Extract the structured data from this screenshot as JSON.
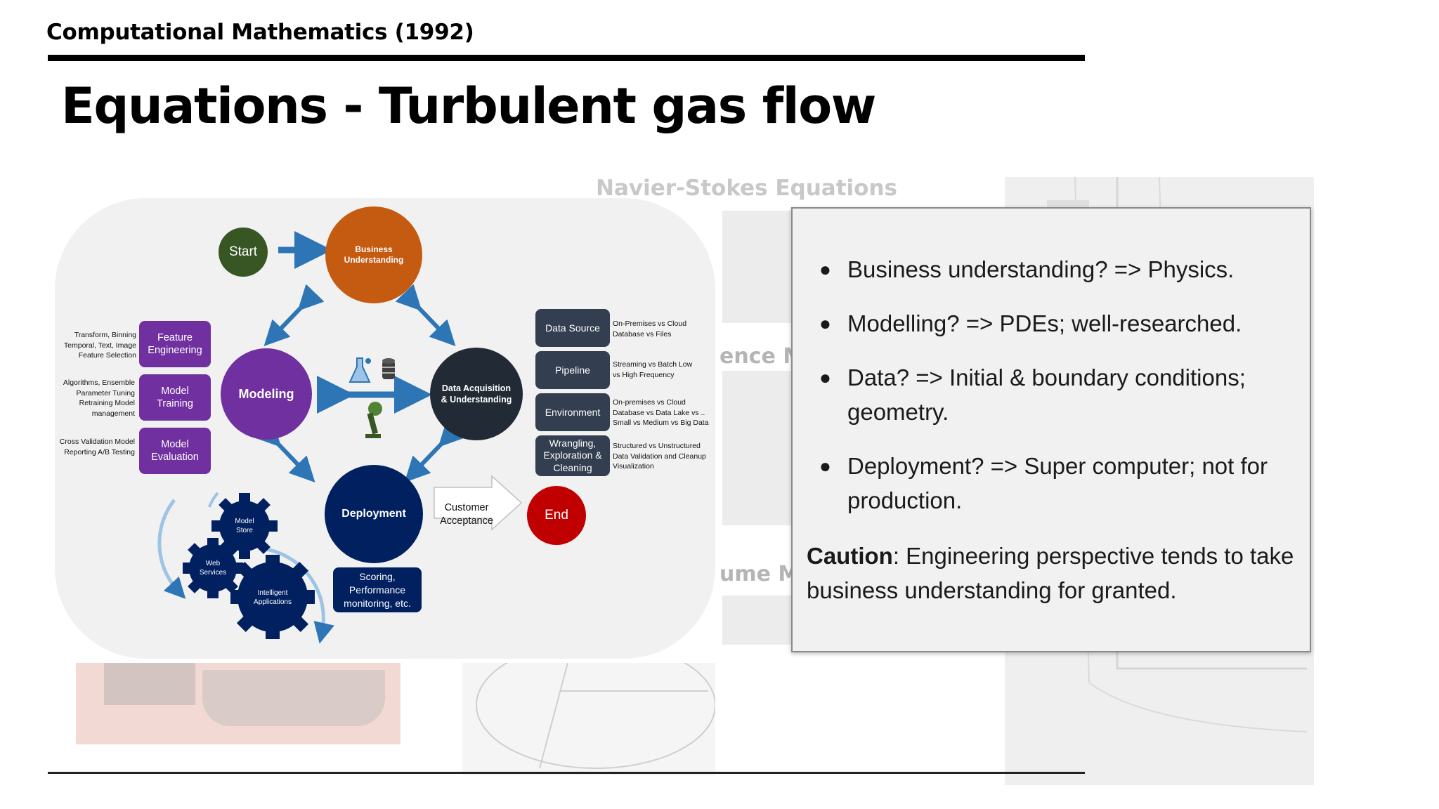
{
  "header": {
    "course_title": "Computational Mathematics (1992)",
    "slide_title": "Equations - Turbulent gas flow"
  },
  "background": {
    "navier_stokes_title": "Navier-Stokes Equations",
    "fragment_1": "ence M",
    "fragment_2": "ume Me"
  },
  "diagram": {
    "start": "Start",
    "end": "End",
    "business_understanding": "Business Understanding",
    "modeling": "Modeling",
    "data_acquisition": "Data Acquisition & Understanding",
    "deployment": "Deployment",
    "customer_acceptance": "Customer Acceptance",
    "scoring": "Scoring, Performance monitoring, etc.",
    "left_boxes": [
      {
        "label": "Feature Engineering",
        "note": "Transform, Binning Temporal, Text, Image Feature Selection"
      },
      {
        "label": "Model Training",
        "note": "Algorithms, Ensemble Parameter Tuning Retraining Model management"
      },
      {
        "label": "Model Evaluation",
        "note": "Cross Validation Model Reporting A/B Testing"
      }
    ],
    "right_boxes": [
      {
        "label": "Data Source",
        "note": "On-Premises vs Cloud Database vs Files"
      },
      {
        "label": "Pipeline",
        "note": "Streaming vs Batch Low vs High Frequency"
      },
      {
        "label": "Environment",
        "note": "On-premises vs Cloud Database vs Data Lake vs .. Small vs Medium vs Big Data"
      },
      {
        "label": "Wrangling, Exploration & Cleaning",
        "note": "Structured vs Unstructured Data Validation and Cleanup Visualization"
      }
    ],
    "gears": {
      "model_store": "Model Store",
      "web_services": "Web Services",
      "intelligent_apps": "Intelligent Applications"
    },
    "colors": {
      "start": "#375623",
      "business": "#c55a11",
      "modeling": "#7030a0",
      "data": "#222a35",
      "deployment": "#002060",
      "end": "#c00000",
      "arrow": "#2e75b6",
      "right_box": "#333f50",
      "gear": "#002060"
    }
  },
  "bullets": [
    "Business understanding? => Physics.",
    "Modelling? => PDEs; well-researched.",
    "Data? => Initial & boundary conditions; geometry.",
    "Deployment? => Super computer; not for production."
  ],
  "caution": {
    "label": "Caution",
    "text": ": Engineering perspective tends to take business understanding for granted."
  }
}
